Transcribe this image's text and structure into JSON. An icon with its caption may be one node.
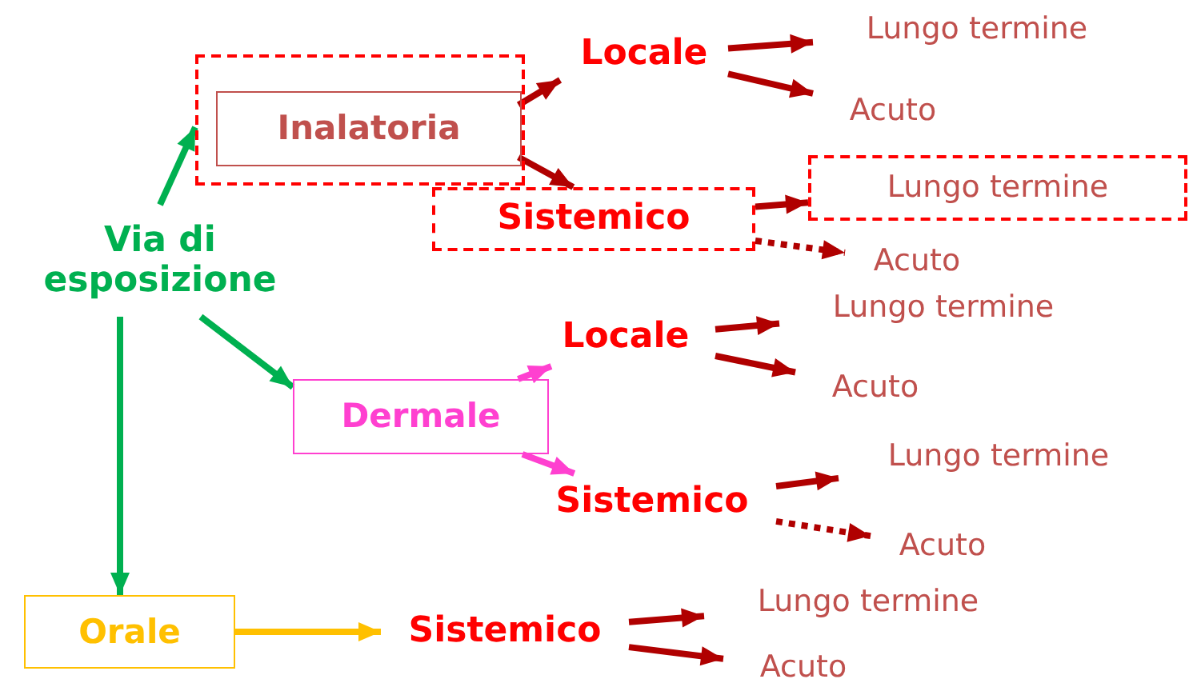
{
  "diagram": {
    "nodes": [
      {
        "text": [
          "Via di esposizione"
        ]
      },
      {
        "text": [],
        "shape": "box"
      },
      {
        "text": [
          "Inalatoria"
        ],
        "in": 1
      },
      {
        "text": [
          "Locale"
        ]
      },
      {
        "text": [
          "Lungo termine"
        ]
      },
      {
        "text": [
          "Acuto"
        ]
      },
      {
        "text": [
          "Sistemico"
        ]
      },
      {
        "text": [
          "Lungo termine"
        ]
      },
      {
        "text": [
          "Acuto"
        ]
      },
      {
        "text": [
          "Dermale"
        ]
      },
      {
        "text": [
          "Locale"
        ]
      },
      {
        "text": [
          "Lungo termine"
        ]
      },
      {
        "text": [
          "Acuto"
        ]
      },
      {
        "text": [
          "Sistemico"
        ]
      },
      {
        "text": [
          "Lungo termine"
        ]
      },
      {
        "text": [
          "Acuto"
        ]
      },
      {
        "text": [
          "Orale"
        ]
      },
      {
        "text": [
          "Sistemico"
        ]
      },
      {
        "text": [
          "Lungo termine"
        ]
      },
      {
        "text": [
          "Acuto"
        ]
      }
    ],
    "edges": [
      {
        "from": 0,
        "to": 1,
        "arrow": "to",
        "color": "#00b050"
      },
      {
        "from": 0,
        "to": 9,
        "arrow": "to",
        "color": "#00b050"
      },
      {
        "from": 0,
        "to": 16,
        "arrow": "to",
        "color": "#00b050"
      },
      {
        "from": 2,
        "to": 3,
        "arrow": "to"
      },
      {
        "from": 2,
        "to": 6,
        "arrow": "to"
      },
      {
        "from": 3,
        "to": 4,
        "arrow": "to"
      },
      {
        "from": 3,
        "to": 5,
        "arrow": "to"
      },
      {
        "from": 6,
        "to": 7,
        "arrow": "to"
      },
      {
        "from": 6,
        "to": 8,
        "arrow": "to",
        "style": "dashed"
      },
      {
        "from": 9,
        "to": 10,
        "arrow": "to",
        "color": "#ff40d0"
      },
      {
        "from": 9,
        "to": 13,
        "arrow": "to",
        "color": "#ff40d0"
      },
      {
        "from": 10,
        "to": 11,
        "arrow": "to"
      },
      {
        "from": 10,
        "to": 12,
        "arrow": "to"
      },
      {
        "from": 13,
        "to": 14,
        "arrow": "to"
      },
      {
        "from": 13,
        "to": 15,
        "arrow": "to",
        "style": "dashed"
      },
      {
        "from": 16,
        "to": 17,
        "arrow": "to",
        "color": "#ffc000"
      },
      {
        "from": 17,
        "to": 18,
        "arrow": "to"
      },
      {
        "from": 17,
        "to": 19,
        "arrow": "to"
      }
    ]
  }
}
